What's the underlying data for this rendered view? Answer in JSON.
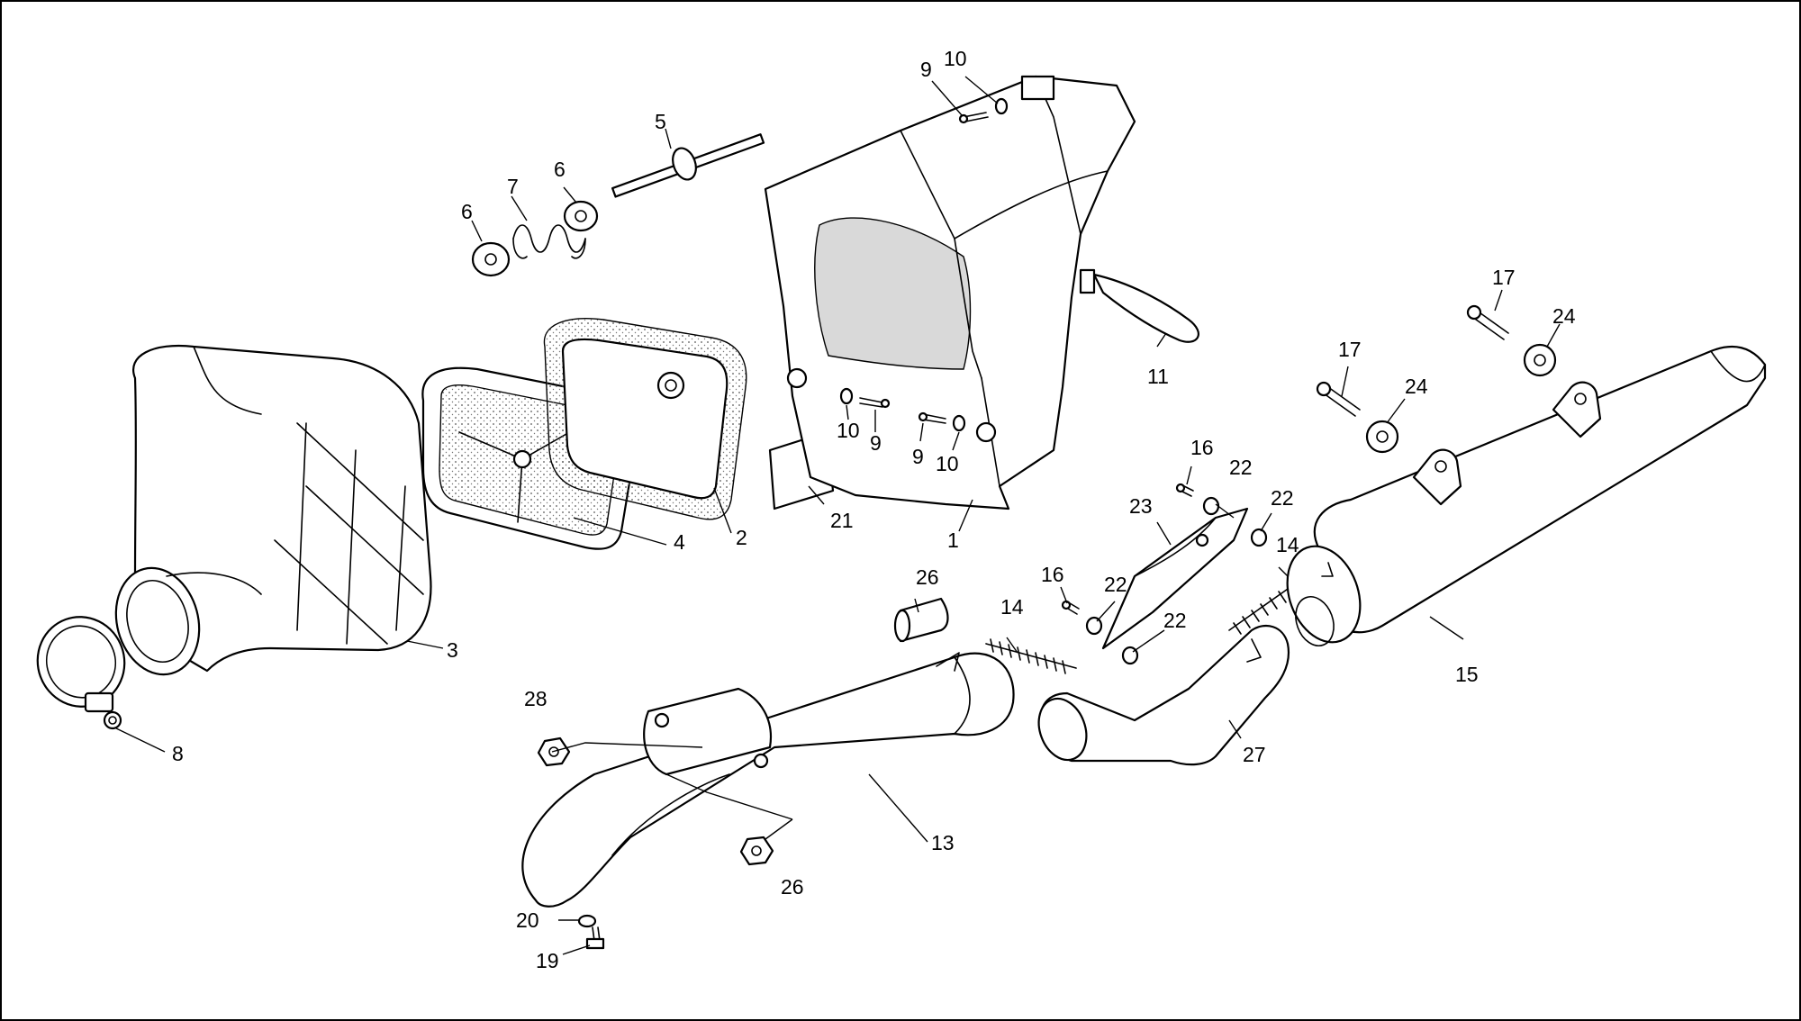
{
  "diagram": {
    "callouts": {
      "c1": "1",
      "c2": "2",
      "c3": "3",
      "c4": "4",
      "c5": "5",
      "c6a": "6",
      "c6b": "6",
      "c7": "7",
      "c8": "8",
      "c9a": "9",
      "c9b": "9",
      "c9c": "9",
      "c10a": "10",
      "c10b": "10",
      "c10c": "10",
      "c11": "11",
      "c13": "13",
      "c14a": "14",
      "c14b": "14",
      "c15": "15",
      "c16a": "16",
      "c16b": "16",
      "c17a": "17",
      "c17b": "17",
      "c19": "19",
      "c20": "20",
      "c21": "21",
      "c22a": "22",
      "c22b": "22",
      "c22c": "22",
      "c22d": "22",
      "c23": "23",
      "c24a": "24",
      "c24b": "24",
      "c26a": "26",
      "c26b": "26",
      "c27": "27",
      "c28": "28"
    }
  }
}
